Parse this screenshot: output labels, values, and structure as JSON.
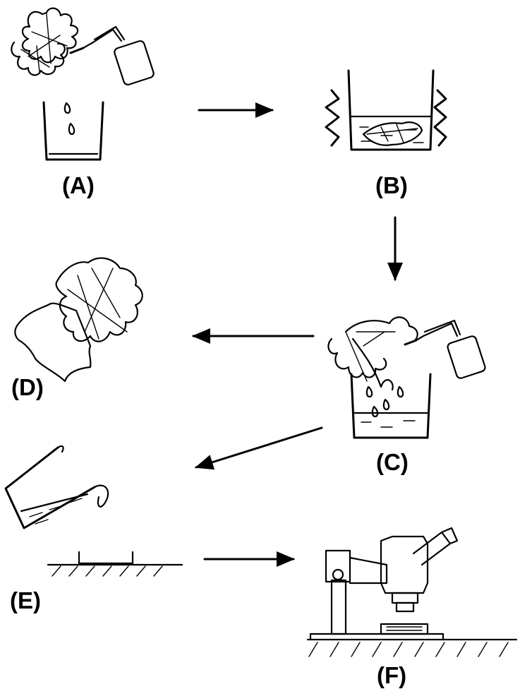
{
  "panels": {
    "a": {
      "label": "(A)"
    },
    "b": {
      "label": "(B)"
    },
    "c": {
      "label": "(C)"
    },
    "d": {
      "label": "(D)"
    },
    "e": {
      "label": "(E)"
    },
    "f": {
      "label": "(F)"
    }
  },
  "icons": [
    "leaf-icon",
    "wash-bottle-icon",
    "beaker-icon",
    "heat-wave-icon",
    "cloth-bag-icon",
    "glass-slide-icon",
    "microscope-icon",
    "arrow-icon"
  ]
}
